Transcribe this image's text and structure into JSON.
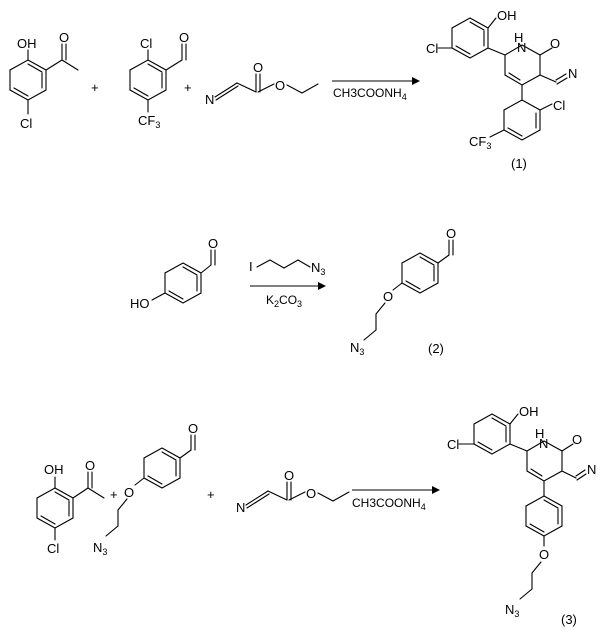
{
  "reactions": [
    {
      "reagent": "CH3COONH4",
      "plus_signs": [
        "+",
        "+"
      ],
      "product_label": "(1)"
    },
    {
      "reagent_top": "I–CH2CH2CH2–N3",
      "reagent_bottom": "K2CO3",
      "product_label": "(2)"
    },
    {
      "reagent": "CH3COONH4",
      "plus_signs": [
        "+",
        "+"
      ],
      "product_label": "(3)"
    }
  ],
  "atoms": {
    "OH": "OH",
    "O": "O",
    "Cl": "Cl",
    "N": "N",
    "HO": "HO",
    "H": "H",
    "I": "I",
    "CF": "CF",
    "F3": "3",
    "N3_main": "N",
    "N3_sub": "3"
  }
}
